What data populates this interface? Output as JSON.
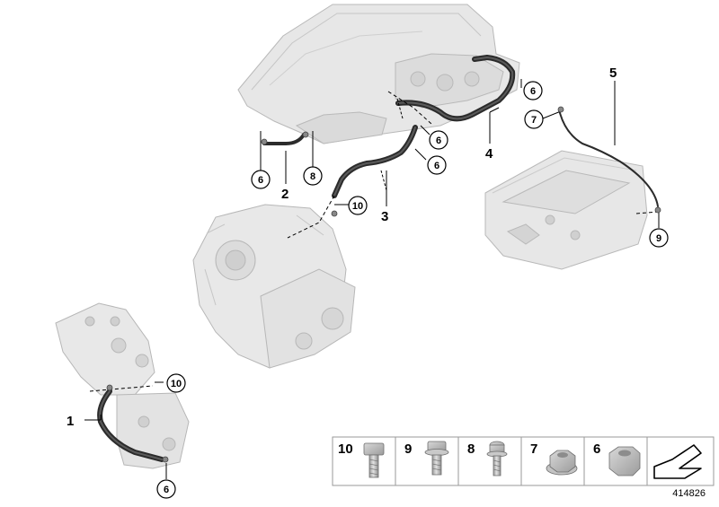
{
  "diagram_id": "414826",
  "callouts": {
    "p1": "1",
    "p2": "2",
    "p3": "3",
    "p4": "4",
    "p5": "5",
    "c6a": "6",
    "c8": "8",
    "c6b": "6",
    "c6c": "6",
    "c6d": "6",
    "c7": "7",
    "c9": "9",
    "c10a": "10",
    "c10b": "10",
    "c6e": "6"
  },
  "legend": [
    {
      "number": "10",
      "part_icon": "hex-bolt-long-icon"
    },
    {
      "number": "9",
      "part_icon": "hex-bolt-short-icon"
    },
    {
      "number": "8",
      "part_icon": "torx-bolt-icon"
    },
    {
      "number": "7",
      "part_icon": "flange-nut-icon"
    },
    {
      "number": "6",
      "part_icon": "hex-nut-icon"
    },
    {
      "number": "",
      "part_icon": "arrow-pointer-icon"
    }
  ],
  "colors": {
    "component_fill": "#e6e6e6",
    "component_stroke": "#b8b8b8",
    "hose": "#2a2a2a",
    "line": "#000000",
    "legend_border": "#9a9a9a"
  }
}
